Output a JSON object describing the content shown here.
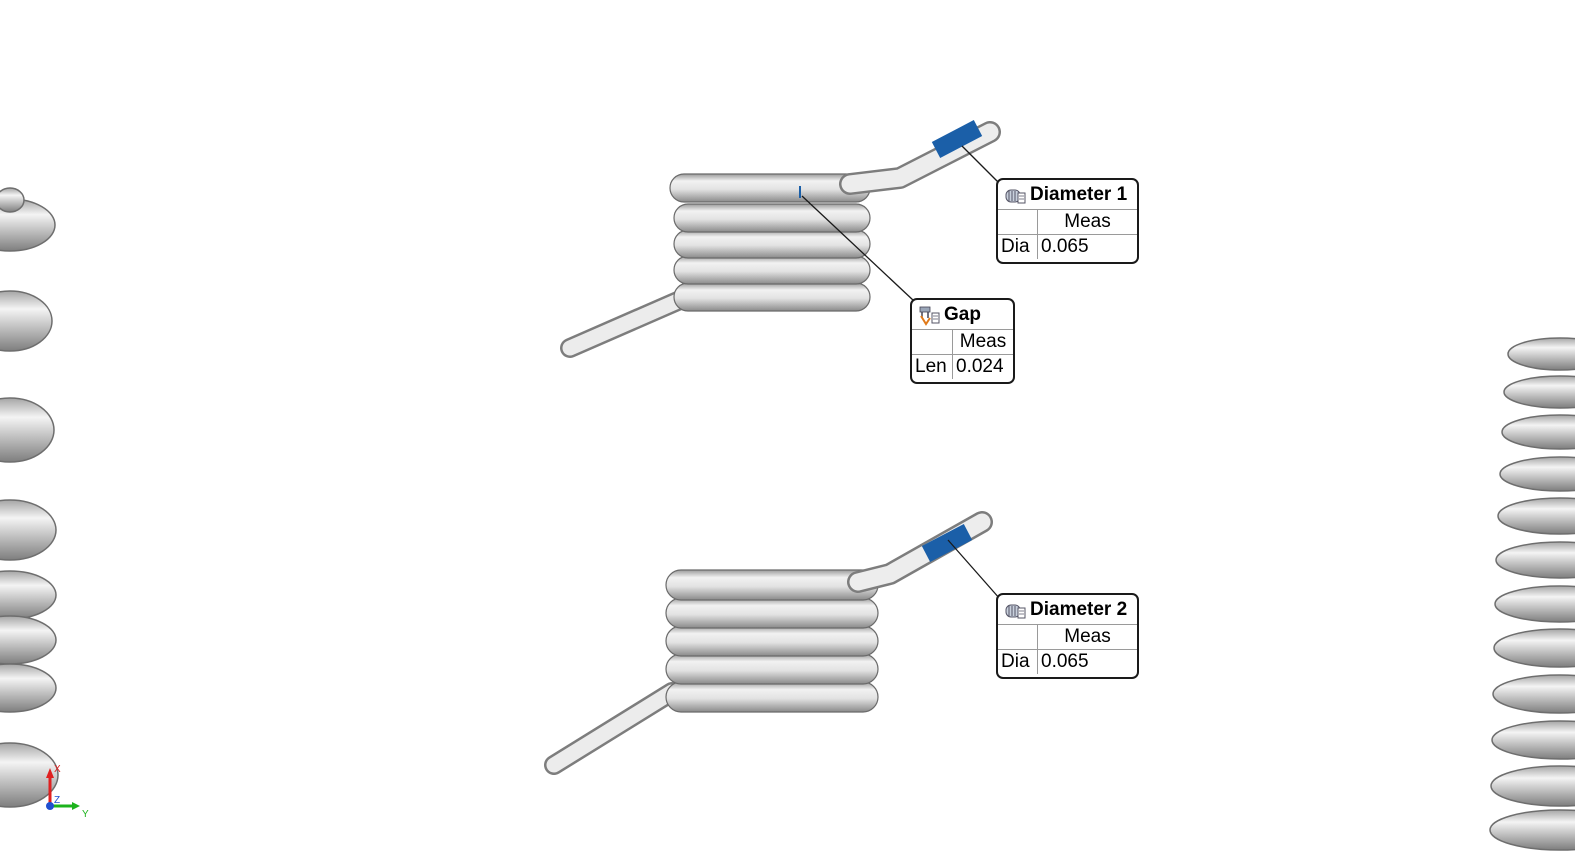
{
  "colors": {
    "spring": "#e6e6e6",
    "spring_shade": "#8f8f8f",
    "measurement_highlight": "#1b5fa8",
    "leader_line": "#1a1a1a",
    "axis_x": "#e02020",
    "axis_y": "#1db31d",
    "axis_z": "#2050d0"
  },
  "callouts": [
    {
      "title": "Diameter 1",
      "icon": "diameter-gauge-icon",
      "column_header": "Meas",
      "row_label": "Dia",
      "value": "0.065"
    },
    {
      "title": "Gap",
      "icon": "caliper-gauge-icon",
      "column_header": "Meas",
      "row_label": "Len",
      "value": "0.024"
    },
    {
      "title": "Diameter 2",
      "icon": "diameter-gauge-icon",
      "column_header": "Meas",
      "row_label": "Dia",
      "value": "0.065"
    }
  ],
  "axis_triad": {
    "x_label": "X",
    "y_label": "Y",
    "z_label": "Z"
  }
}
